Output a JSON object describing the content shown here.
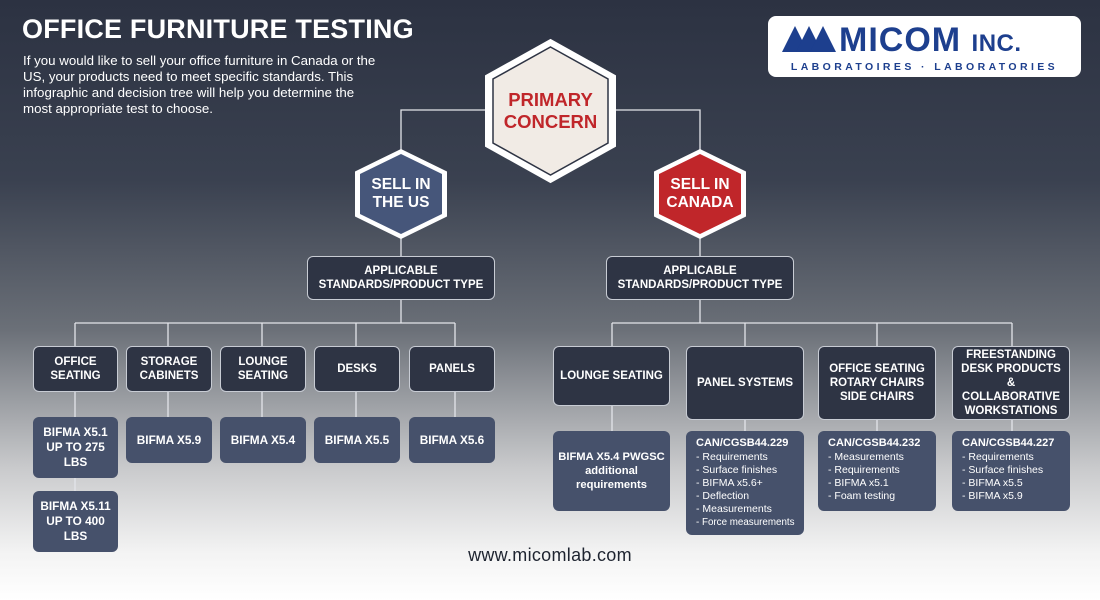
{
  "header": {
    "title": "OFFICE FURNITURE TESTING",
    "intro": "If you would like to sell your office furniture in Canada or the US, your products need to meet specific standards. This infographic and decision tree will help you determine the most appropriate test to choose."
  },
  "logo": {
    "name": "MICOM",
    "suffix": "INC.",
    "subtitle": "LABORATOIRES · LABORATORIES",
    "mark_icon": "triangle-mountains-icon"
  },
  "tree": {
    "root": "PRIMARY CONCERN",
    "us": {
      "label": "SELL IN THE US",
      "category_label": "APPLICABLE STANDARDS/PRODUCT TYPE",
      "categories": [
        {
          "label": "OFFICE SEATING",
          "standards": [
            "BIFMA X5.1 UP TO 275 LBS",
            "BIFMA X5.11 UP TO 400 LBS"
          ]
        },
        {
          "label": "STORAGE CABINETS",
          "standards": [
            "BIFMA X5.9"
          ]
        },
        {
          "label": "LOUNGE SEATING",
          "standards": [
            "BIFMA X5.4"
          ]
        },
        {
          "label": "DESKS",
          "standards": [
            "BIFMA X5.5"
          ]
        },
        {
          "label": "PANELS",
          "standards": [
            "BIFMA X5.6"
          ]
        }
      ]
    },
    "canada": {
      "label": "SELL IN CANADA",
      "category_label": "APPLICABLE STANDARDS/PRODUCT TYPE",
      "categories": [
        {
          "label": "LOUNGE SEATING",
          "standard_title": "BIFMA X5.4 PWGSC additional requirements",
          "items": []
        },
        {
          "label": "PANEL SYSTEMS",
          "standard_title": "CAN/CGSB44.229",
          "items": [
            "- Requirements",
            "- Surface finishes",
            "- BIFMA x5.6+",
            "- Deflection",
            "- Measurements",
            "- Force measurements"
          ]
        },
        {
          "label": "OFFICE SEATING ROTARY CHAIRS SIDE CHAIRS",
          "standard_title": "CAN/CGSB44.232",
          "items": [
            "- Measurements",
            "- Requirements",
            "- BIFMA x5.1",
            "- Foam testing"
          ]
        },
        {
          "label": "FREESTANDING DESK PRODUCTS & COLLABORATIVE WORKSTATIONS",
          "standard_title": "CAN/CGSB44.227",
          "items": [
            "- Requirements",
            "- Surface finishes",
            "- BIFMA x5.5",
            "- BIFMA x5.9"
          ]
        }
      ]
    }
  },
  "footer": {
    "url": "www.micomlab.com"
  },
  "colors": {
    "accent_red": "#c0262a",
    "us_blue": "#46567a",
    "brand_blue": "#1d3f8e",
    "box_dark": "#2e3444",
    "box_slate": "#46516b"
  }
}
